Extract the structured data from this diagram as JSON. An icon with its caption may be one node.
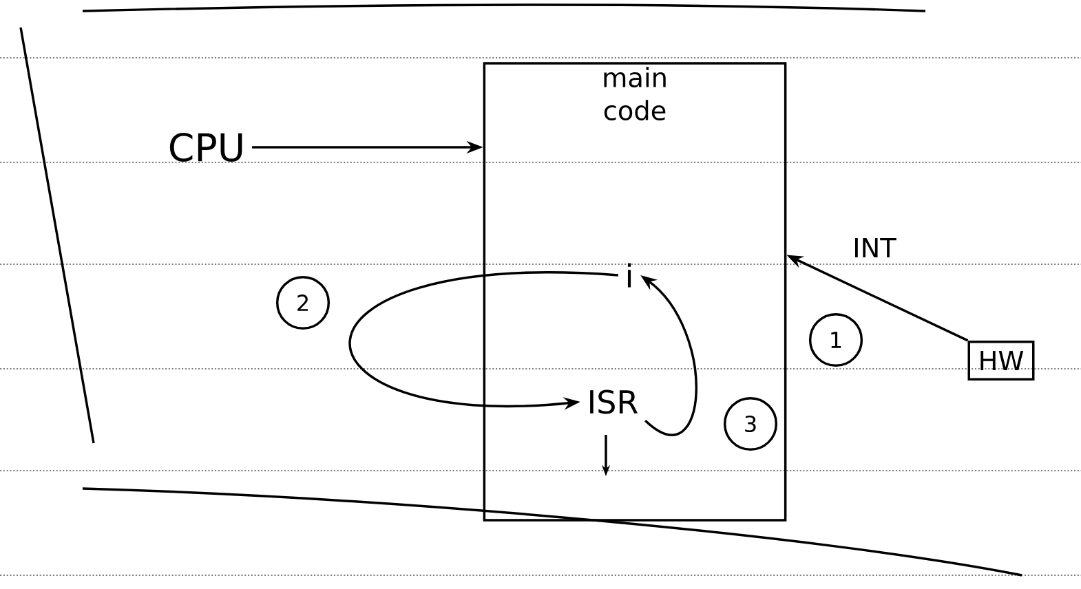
{
  "diagram": {
    "nodes": [
      {
        "text": [
          "CPU"
        ]
      },
      {
        "text": [
          "main code"
        ]
      },
      {
        "text": [
          "i"
        ],
        "in": 1
      },
      {
        "text": [
          "ISR"
        ],
        "in": 1
      },
      {
        "text": [
          "HW"
        ]
      }
    ],
    "edges": [
      {
        "from": 0,
        "to": 1,
        "arrow": "to"
      },
      {
        "from": 4,
        "to": 1,
        "arrow": "to",
        "label": "INT"
      },
      {
        "from": 2,
        "to": 3,
        "arrow": "to"
      },
      {
        "from": 3,
        "to": 2,
        "arrow": "to"
      }
    ],
    "labels": [
      "1",
      "2",
      "3"
    ]
  }
}
